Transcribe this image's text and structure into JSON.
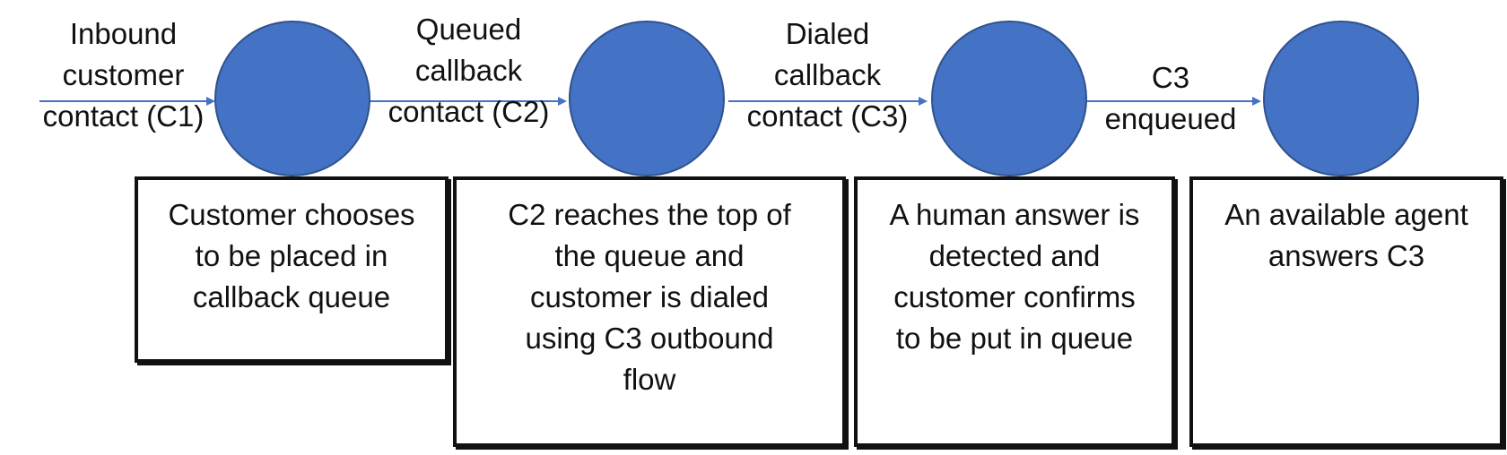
{
  "colors": {
    "node_fill": "#4472C4",
    "node_stroke": "#2F528F",
    "arrow": "#4472C4",
    "box_border": "#111111"
  },
  "arrows": [
    {
      "label_lines": [
        "Inbound",
        "customer",
        "contact (C1)"
      ]
    },
    {
      "label_lines": [
        "Queued",
        "callback",
        "contact (C2)"
      ]
    },
    {
      "label_lines": [
        "Dialed",
        "callback",
        "contact (C3)"
      ]
    },
    {
      "label_lines": [
        "C3",
        "enqueued"
      ]
    }
  ],
  "steps": [
    {
      "text_lines": [
        "Customer chooses",
        "to be placed in",
        "callback queue"
      ]
    },
    {
      "text_lines": [
        "C2 reaches the top of",
        "the queue and",
        "customer is dialed",
        "using C3 outbound",
        "flow"
      ]
    },
    {
      "text_lines": [
        "A human answer is",
        "detected and",
        "customer confirms",
        "to be put in queue"
      ]
    },
    {
      "text_lines": [
        "An available agent",
        "answers C3"
      ]
    }
  ]
}
